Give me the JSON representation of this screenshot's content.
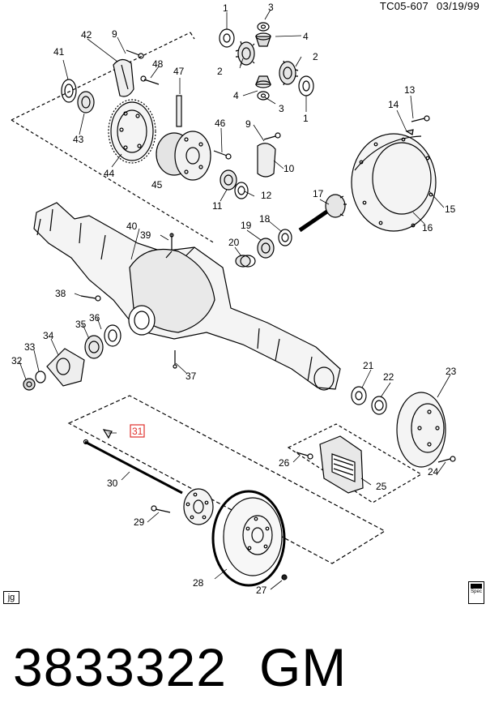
{
  "header": {
    "code": "TC05-607",
    "date": "03/19/99"
  },
  "corner_tag": "jg",
  "spec_icon": {
    "icon": "service-spec-book-icon",
    "label": "Spec"
  },
  "part": {
    "number": "3833322",
    "brand": "GM"
  },
  "highlight_color": "#e0302b",
  "callouts": {
    "c1a": "1",
    "c1b": "1",
    "c2a": "2",
    "c2b": "2",
    "c3a": "3",
    "c3b": "3",
    "c4a": "4",
    "c4b": "4",
    "c9a": "9",
    "c9b": "9",
    "c10": "10",
    "c11": "11",
    "c12": "12",
    "c13": "13",
    "c14": "14",
    "c15": "15",
    "c16": "16",
    "c17": "17",
    "c18": "18",
    "c19": "19",
    "c20": "20",
    "c21": "21",
    "c22": "22",
    "c23": "23",
    "c24": "24",
    "c25": "25",
    "c26": "26",
    "c27": "27",
    "c28": "28",
    "c29": "29",
    "c30": "30",
    "c31": "31",
    "c32": "32",
    "c33": "33",
    "c34": "34",
    "c35": "35",
    "c36": "36",
    "c37": "37",
    "c38": "38",
    "c39": "39",
    "c40": "40",
    "c41": "41",
    "c42": "42",
    "c43": "43",
    "c44": "44",
    "c45": "45",
    "c46": "46",
    "c47": "47",
    "c48": "48"
  }
}
